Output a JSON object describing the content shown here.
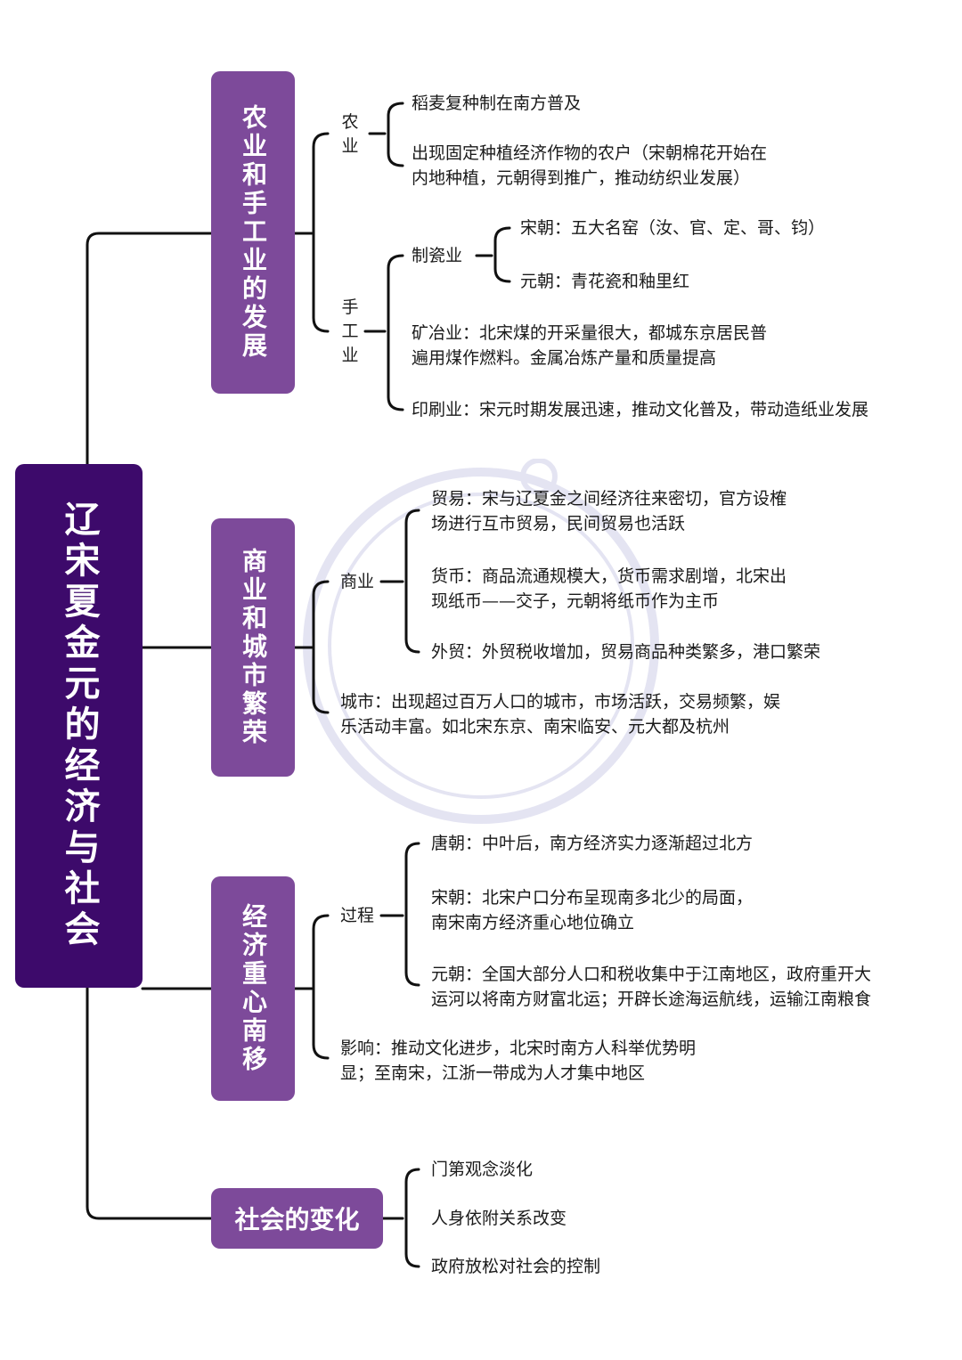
{
  "colors": {
    "root_bg": "#3d0a6b",
    "branch_bg": "#7d4a9a",
    "line": "#111111",
    "watermark": "#8a8ac8"
  },
  "root": {
    "title": "辽宋夏金元的经济与社会"
  },
  "branches": {
    "agri_craft": {
      "title": "农业和手工业的发展",
      "agriculture": {
        "label": "农业",
        "items": [
          "稻麦复种制在南方普及",
          "出现固定种植经济作物的农户（宋朝棉花开始在",
          "内地种植，元朝得到推广，推动纺织业发展）"
        ]
      },
      "handicraft": {
        "label": "手工业",
        "porcelain": {
          "label": "制瓷业",
          "song": "宋朝：五大名窑（汝、官、定、哥、钧）",
          "yuan": "元朝：青花瓷和釉里红"
        },
        "mining_1": "矿冶业：北宋煤的开采量很大，都城东京居民普",
        "mining_2": "遍用煤作燃料。金属冶炼产量和质量提高",
        "printing": "印刷业：宋元时期发展迅速，推动文化普及，带动造纸业发展"
      }
    },
    "commerce": {
      "title": "商业和城市繁荣",
      "business": {
        "label": "商业",
        "trade_1": "贸易：宋与辽夏金之间经济往来密切，官方设榷",
        "trade_2": "场进行互市贸易，民间贸易也活跃",
        "currency_1": "货币：商品流通规模大，货币需求剧增，北宋出",
        "currency_2": "现纸币——交子，元朝将纸币作为主币",
        "foreign": "外贸：外贸税收增加，贸易商品种类繁多，港口繁荣"
      },
      "city_1": "城市：出现超过百万人口的城市，市场活跃，交易频繁，娱",
      "city_2": "乐活动丰富。如北宋东京、南宋临安、元大都及杭州"
    },
    "shift": {
      "title": "经济重心南移",
      "process": {
        "label": "过程",
        "tang": "唐朝：中叶后，南方经济实力逐渐超过北方",
        "song_1": "宋朝：北宋户口分布呈现南多北少的局面，",
        "song_2": "南宋南方经济重心地位确立",
        "yuan_1": "元朝：全国大部分人口和税收集中于江南地区，政府重开大",
        "yuan_2": "运河以将南方财富北运；开辟长途海运航线，运输江南粮食"
      },
      "impact_1": "影响：推动文化进步，北宋时南方人科举优势明",
      "impact_2": "显；至南宋，江浙一带成为人才集中地区"
    },
    "society": {
      "title": "社会的变化",
      "items": [
        "门第观念淡化",
        "人身依附关系改变",
        "政府放松对社会的控制"
      ]
    }
  }
}
